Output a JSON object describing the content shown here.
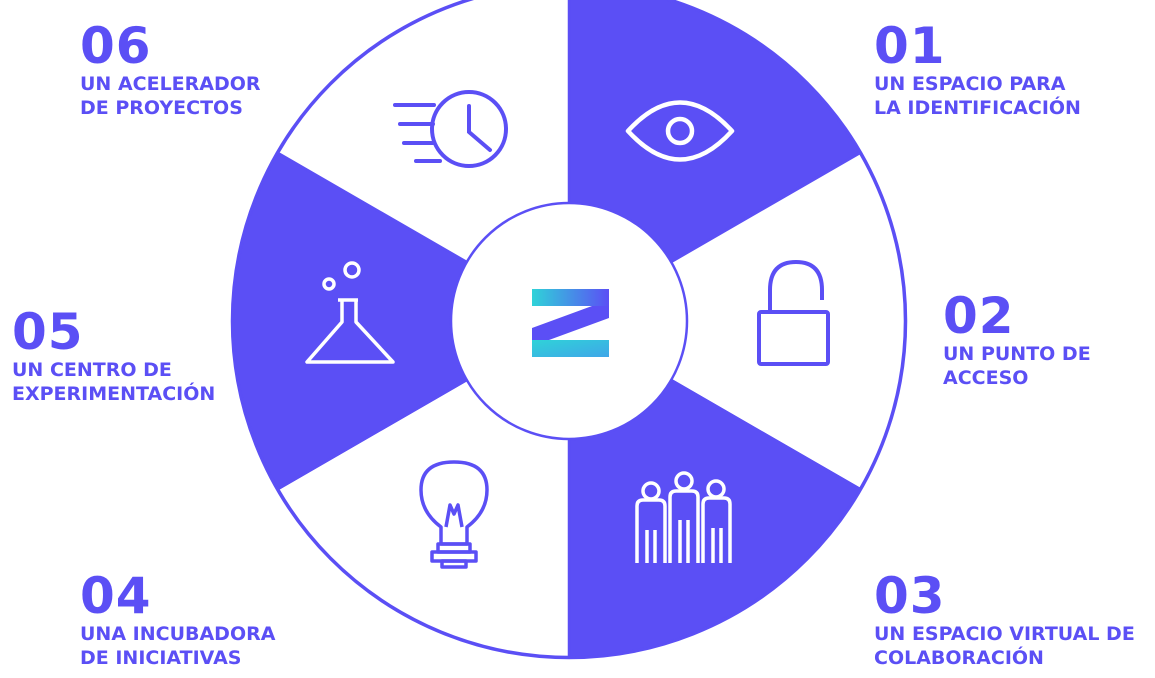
{
  "colors": {
    "accent": "#5b4ff5",
    "light_segment": "#ffffff",
    "logo_cyan": "#2fd3d8"
  },
  "segments": [
    {
      "number": "01",
      "line1": "UN ESPACIO PARA",
      "line2": "LA IDENTIFICACIÓN",
      "icon": "eye-icon",
      "filled": true
    },
    {
      "number": "02",
      "line1": "UN PUNTO DE",
      "line2": "ACCESO",
      "icon": "open-padlock-icon",
      "filled": false
    },
    {
      "number": "03",
      "line1": "UN ESPACIO VIRTUAL DE",
      "line2": "COLABORACIÓN",
      "icon": "team-columns-icon",
      "filled": true
    },
    {
      "number": "04",
      "line1": "UNA INCUBADORA",
      "line2": "DE INICIATIVAS",
      "icon": "lightbulb-icon",
      "filled": false
    },
    {
      "number": "05",
      "line1": "UN CENTRO DE",
      "line2": "EXPERIMENTACIÓN",
      "icon": "flask-icon",
      "filled": true
    },
    {
      "number": "06",
      "line1": "UN ACELERADOR",
      "line2": "DE PROYECTOS",
      "icon": "fast-clock-icon",
      "filled": false
    }
  ],
  "center": {
    "logo": "z-logo-icon"
  }
}
